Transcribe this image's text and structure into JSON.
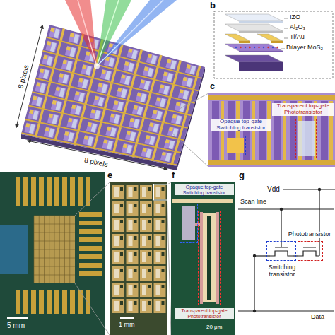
{
  "diagram": {
    "nodes": [
      {
        "text": [
          "Opaque top-gate Switching transistor"
        ]
      },
      {
        "text": [
          "Transparent top-gate Phototransistor"
        ]
      },
      {
        "text": [
          "Opaque top-gate Switching transistor"
        ]
      },
      {
        "text": [
          "Transparent top-gate Phototransistor"
        ]
      },
      {
        "text": [
          "Switching transistor"
        ]
      },
      {
        "text": [
          "Phototransistor"
        ]
      }
    ],
    "labels": [
      "8 pixels",
      "8 pixels",
      "b",
      "IZO",
      "Al₂O₃",
      "Ti/Au",
      "Bilayer MoS₂",
      "c",
      "5 mm",
      "e",
      "1 mm",
      "f",
      "20 μm",
      "g",
      "Vdd",
      "Scan line",
      "Data"
    ]
  }
}
